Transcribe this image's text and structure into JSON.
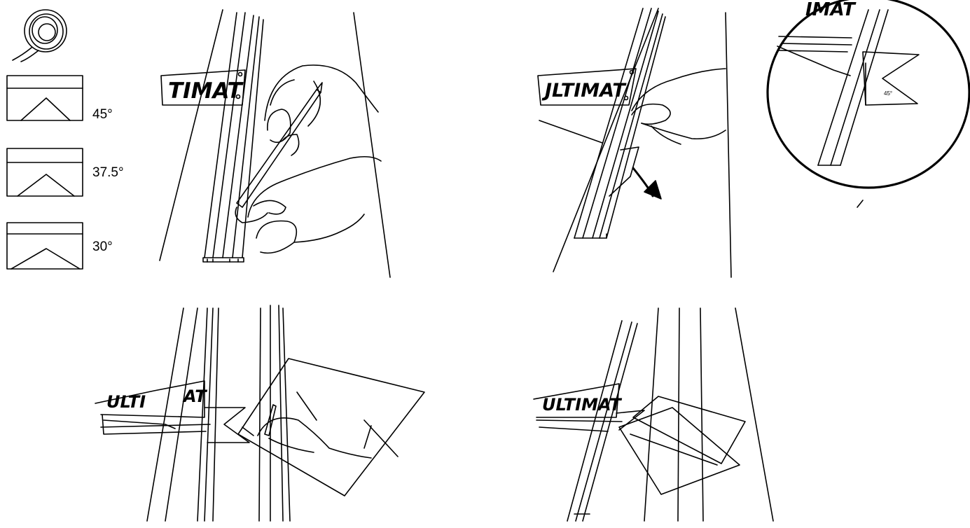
{
  "legend": {
    "items": [
      {
        "label": "45°"
      },
      {
        "label": "37.5°"
      },
      {
        "label": "30°"
      }
    ]
  },
  "panels": [
    {
      "brand": "TIMAT"
    },
    {
      "brand": "JLTIMAT",
      "inset_brand": "IMAT",
      "inset_mark": "45°"
    },
    {
      "brand": "ULTI",
      "brand_tail": "AT"
    },
    {
      "brand": "ULTIMAT"
    }
  ]
}
